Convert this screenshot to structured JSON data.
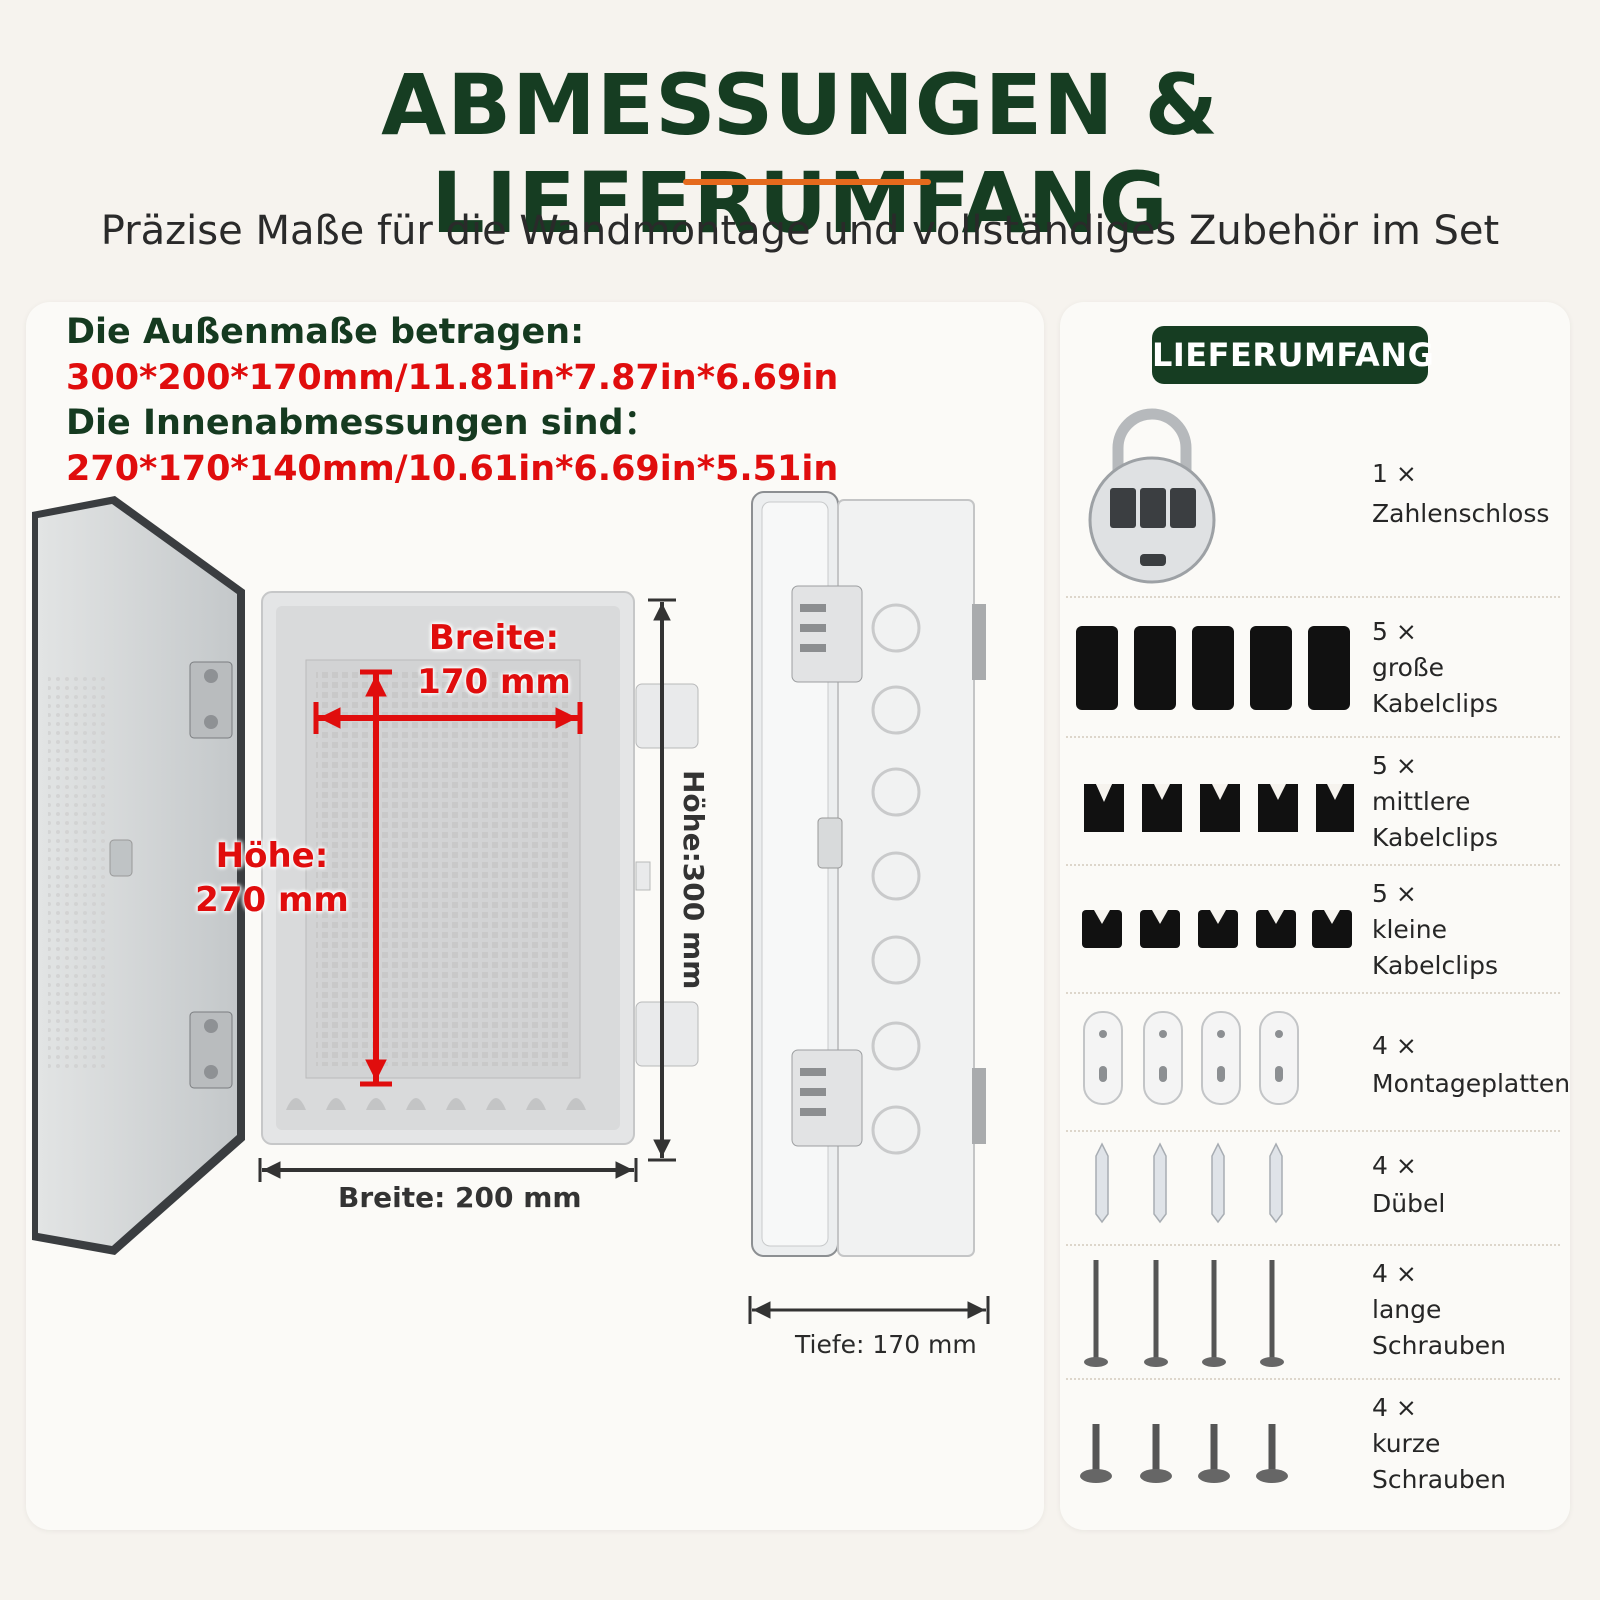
{
  "header": {
    "title": "ABMESSUNGEN & LIEFERUMFANG",
    "subtitle": "Präzise Maße für die Wandmontage und vollständiges Zubehör im Set"
  },
  "specs": {
    "outer_label": "Die Außenmaße betragen:",
    "outer_value": "300*200*170mm/11.81in*7.87in*6.69in",
    "inner_label": "Die Innenabmessungen sind：",
    "inner_value": "270*170*140mm/10.61in*6.69in*5.51in"
  },
  "dimensions": {
    "inner_width_label": "Breite:",
    "inner_width_value": "170 mm",
    "inner_height_label": "Höhe:",
    "inner_height_value": "270 mm",
    "outer_height": "Höhe:300 mm",
    "outer_width": "Breite: 200 mm",
    "depth": "Tiefe: 170 mm"
  },
  "contents": {
    "badge": "LIEFERUMFANG",
    "items": [
      {
        "qty": "1 ×",
        "lines": [
          "Zahlenschloss"
        ],
        "icon": "padlock-icon"
      },
      {
        "qty": "5 ×",
        "lines": [
          "große",
          "Kabelclips"
        ],
        "icon": "large-cable-clip-icon"
      },
      {
        "qty": "5 ×",
        "lines": [
          "mittlere",
          "Kabelclips"
        ],
        "icon": "medium-cable-clip-icon"
      },
      {
        "qty": "5 ×",
        "lines": [
          "kleine",
          "Kabelclips"
        ],
        "icon": "small-cable-clip-icon"
      },
      {
        "qty": "4 ×",
        "lines": [
          "Montageplatten"
        ],
        "icon": "mounting-plate-icon"
      },
      {
        "qty": "4 ×",
        "lines": [
          "Dübel"
        ],
        "icon": "wall-plug-icon"
      },
      {
        "qty": "4 ×",
        "lines": [
          "lange",
          "Schrauben"
        ],
        "icon": "long-screw-icon"
      },
      {
        "qty": "4 ×",
        "lines": [
          "kurze",
          "Schrauben"
        ],
        "icon": "short-screw-icon"
      }
    ]
  },
  "colors": {
    "title_green": "#163d22",
    "accent_orange": "#e56a1d",
    "dimension_red": "#e00d0d",
    "background": "#f6f3ee"
  }
}
